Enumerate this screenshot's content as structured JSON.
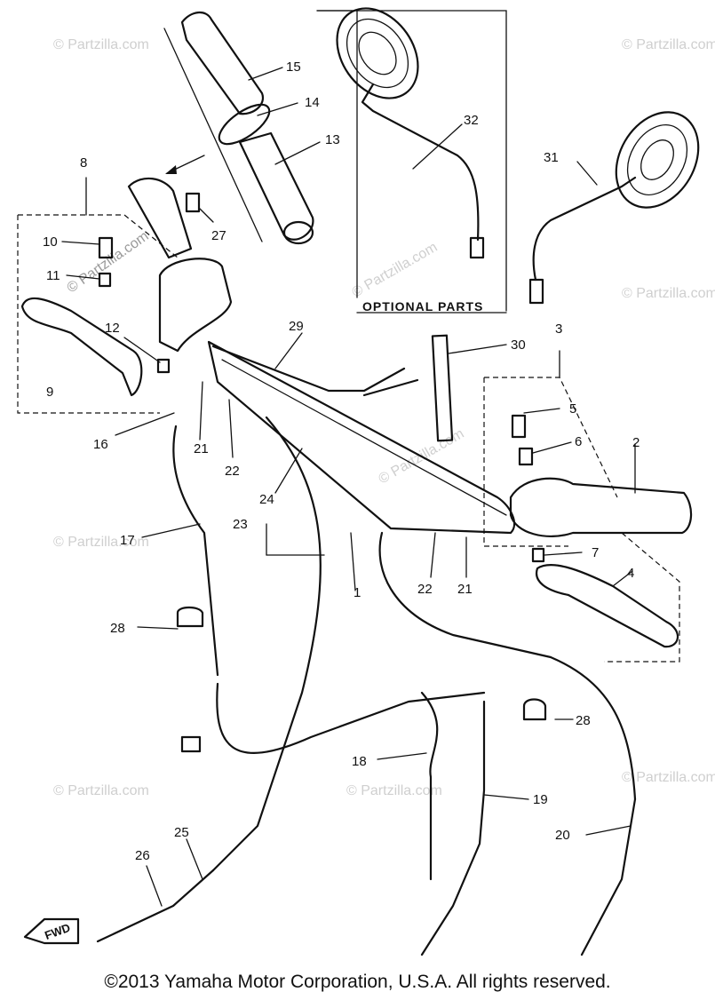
{
  "watermark": "© Partzilla.com",
  "copyright": "©2013  Yamaha Motor Corporation, U.S.A. All rights reserved.",
  "optional_label": "OPTIONAL  PARTS",
  "fwd_label": "FWD",
  "callouts": {
    "p1": "1",
    "p2": "2",
    "p3": "3",
    "p4": "4",
    "p5": "5",
    "p6": "6",
    "p7": "7",
    "p8": "8",
    "p9": "9",
    "p10": "10",
    "p11": "11",
    "p12": "12",
    "p13": "13",
    "p14": "14",
    "p15": "15",
    "p16": "16",
    "p17": "17",
    "p18": "18",
    "p19": "19",
    "p20": "20",
    "p21a": "21",
    "p21b": "21",
    "p22a": "22",
    "p22b": "22",
    "p23": "23",
    "p24": "24",
    "p25": "25",
    "p26": "26",
    "p27": "27",
    "p28a": "28",
    "p28b": "28",
    "p29": "29",
    "p30": "30",
    "p31": "31",
    "p32": "32"
  }
}
